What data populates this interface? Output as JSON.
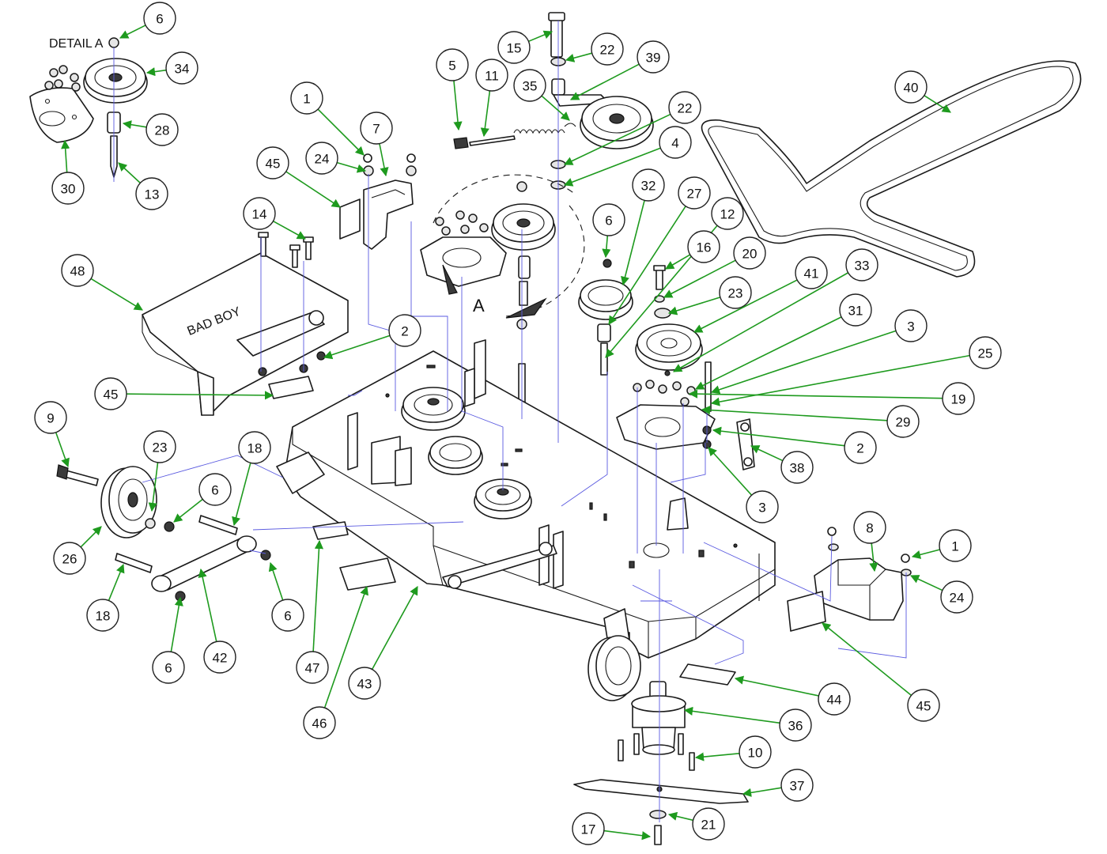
{
  "labels": {
    "detail_title": "DETAIL A",
    "detail_marker": "A",
    "brand_logo": "BAD BOY"
  },
  "colors": {
    "leader": "#1e9a1e",
    "guide_line": "#5a5ae0",
    "outline": "#1a1a1a"
  },
  "callouts": [
    {
      "num": "6"
    },
    {
      "num": "34"
    },
    {
      "num": "28"
    },
    {
      "num": "30"
    },
    {
      "num": "13"
    },
    {
      "num": "15"
    },
    {
      "num": "5"
    },
    {
      "num": "11"
    },
    {
      "num": "22"
    },
    {
      "num": "39"
    },
    {
      "num": "35"
    },
    {
      "num": "40"
    },
    {
      "num": "22"
    },
    {
      "num": "4"
    },
    {
      "num": "1"
    },
    {
      "num": "7"
    },
    {
      "num": "24"
    },
    {
      "num": "45"
    },
    {
      "num": "14"
    },
    {
      "num": "48"
    },
    {
      "num": "2"
    },
    {
      "num": "32"
    },
    {
      "num": "27"
    },
    {
      "num": "12"
    },
    {
      "num": "6"
    },
    {
      "num": "16"
    },
    {
      "num": "20"
    },
    {
      "num": "23"
    },
    {
      "num": "41"
    },
    {
      "num": "33"
    },
    {
      "num": "31"
    },
    {
      "num": "3"
    },
    {
      "num": "25"
    },
    {
      "num": "19"
    },
    {
      "num": "29"
    },
    {
      "num": "2"
    },
    {
      "num": "38"
    },
    {
      "num": "3"
    },
    {
      "num": "45"
    },
    {
      "num": "9"
    },
    {
      "num": "23"
    },
    {
      "num": "18"
    },
    {
      "num": "6"
    },
    {
      "num": "26"
    },
    {
      "num": "18"
    },
    {
      "num": "42"
    },
    {
      "num": "6"
    },
    {
      "num": "6"
    },
    {
      "num": "47"
    },
    {
      "num": "46"
    },
    {
      "num": "43"
    },
    {
      "num": "8"
    },
    {
      "num": "1"
    },
    {
      "num": "24"
    },
    {
      "num": "44"
    },
    {
      "num": "45"
    },
    {
      "num": "36"
    },
    {
      "num": "10"
    },
    {
      "num": "37"
    },
    {
      "num": "17"
    },
    {
      "num": "21"
    }
  ]
}
